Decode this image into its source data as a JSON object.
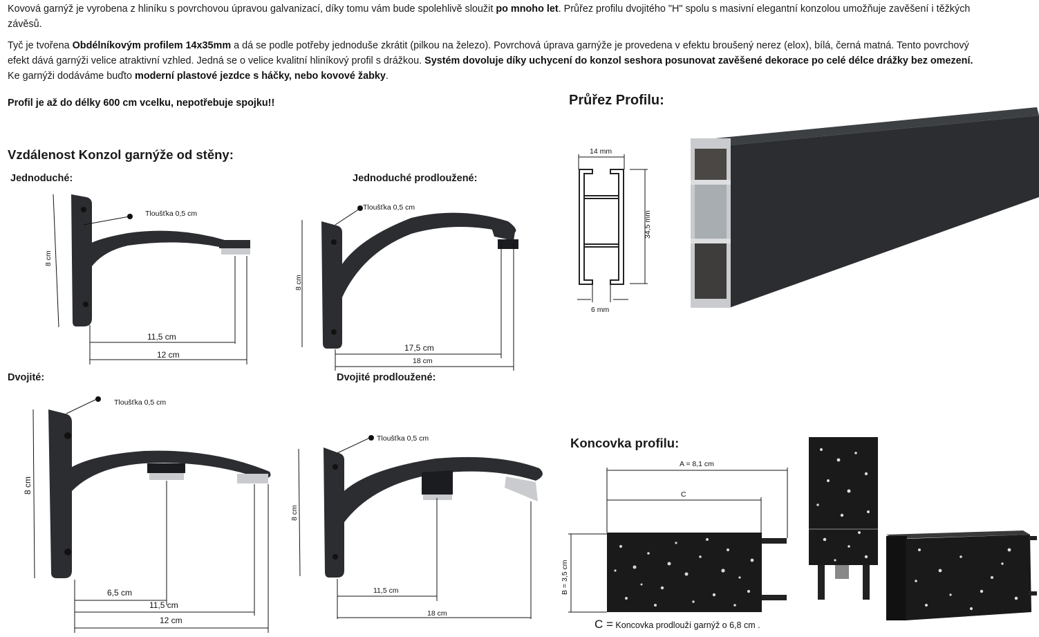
{
  "intro": {
    "p1": {
      "a": "Kovová garnýž je vyrobena z hliníku s povrchovou úpravou galvanizací, díky tomu vám bude spolehlivě sloužit ",
      "b": "po mnoho let",
      "c": ". Průřez profilu dvojitého \"H\" spolu s masivní elegantní konzolou umožňuje zavěšení i těžkých závěsů."
    },
    "p2": {
      "a": " Tyč je tvořena ",
      "b": "Obdélníkovým profilem 14x35mm",
      "c": " a dá se podle potřeby jednoduše zkrátit (pilkou na železo). Povrchová úprava garnýže je provedena v efektu broušený nerez (elox), bílá, černá matná. Tento povrchový efekt dává garnýži velice atraktivní vzhled. Jedná se o velice kvalitní hliníkový profil s drážkou. ",
      "d": "Systém dovoluje díky uchycení do konzol seshora posunovat zavěšené dekorace po celé délce drážky bez omezení.",
      "e": " Ke garnýži dodáváme buďto ",
      "f": "moderní plastové jezdce s háčky, nebo kovové žabky",
      "g": "."
    },
    "p3": "Profil je až do délky 600 cm vcelku, nepotřebuje spojku!!"
  },
  "headings": {
    "distance": "Vzdálenost Konzol garnýže od stěny:",
    "single": "Jednoduché:",
    "single_ext": "Jednoduché prodloužené:",
    "double": "Dvojité:",
    "double_ext": "Dvojité prodloužené:",
    "profile": "Průřez Profilu:",
    "endcap": "Koncovka profilu:"
  },
  "dims": {
    "thickness": "Tloušťka 0,5 cm",
    "h8": "8 cm",
    "d115": "11,5 cm",
    "d12": "12 cm",
    "d175": "17,5 cm",
    "d18": "18 cm",
    "d65": "6,5 cm",
    "p14": "14 mm",
    "p345": "34,5 mm",
    "p6": "6 mm",
    "a81": "A = 8,1 cm",
    "c": "C",
    "b35": "B = 3,5 cm"
  },
  "caption": {
    "c": "C =",
    "text": " Koncovka prodlouží garnýž o 6,8 cm ."
  },
  "colors": {
    "metal": "#2b2d31",
    "metal_dark": "#1b1c1f",
    "silver": "#c9cbce",
    "granite": "#1a1a1a"
  }
}
